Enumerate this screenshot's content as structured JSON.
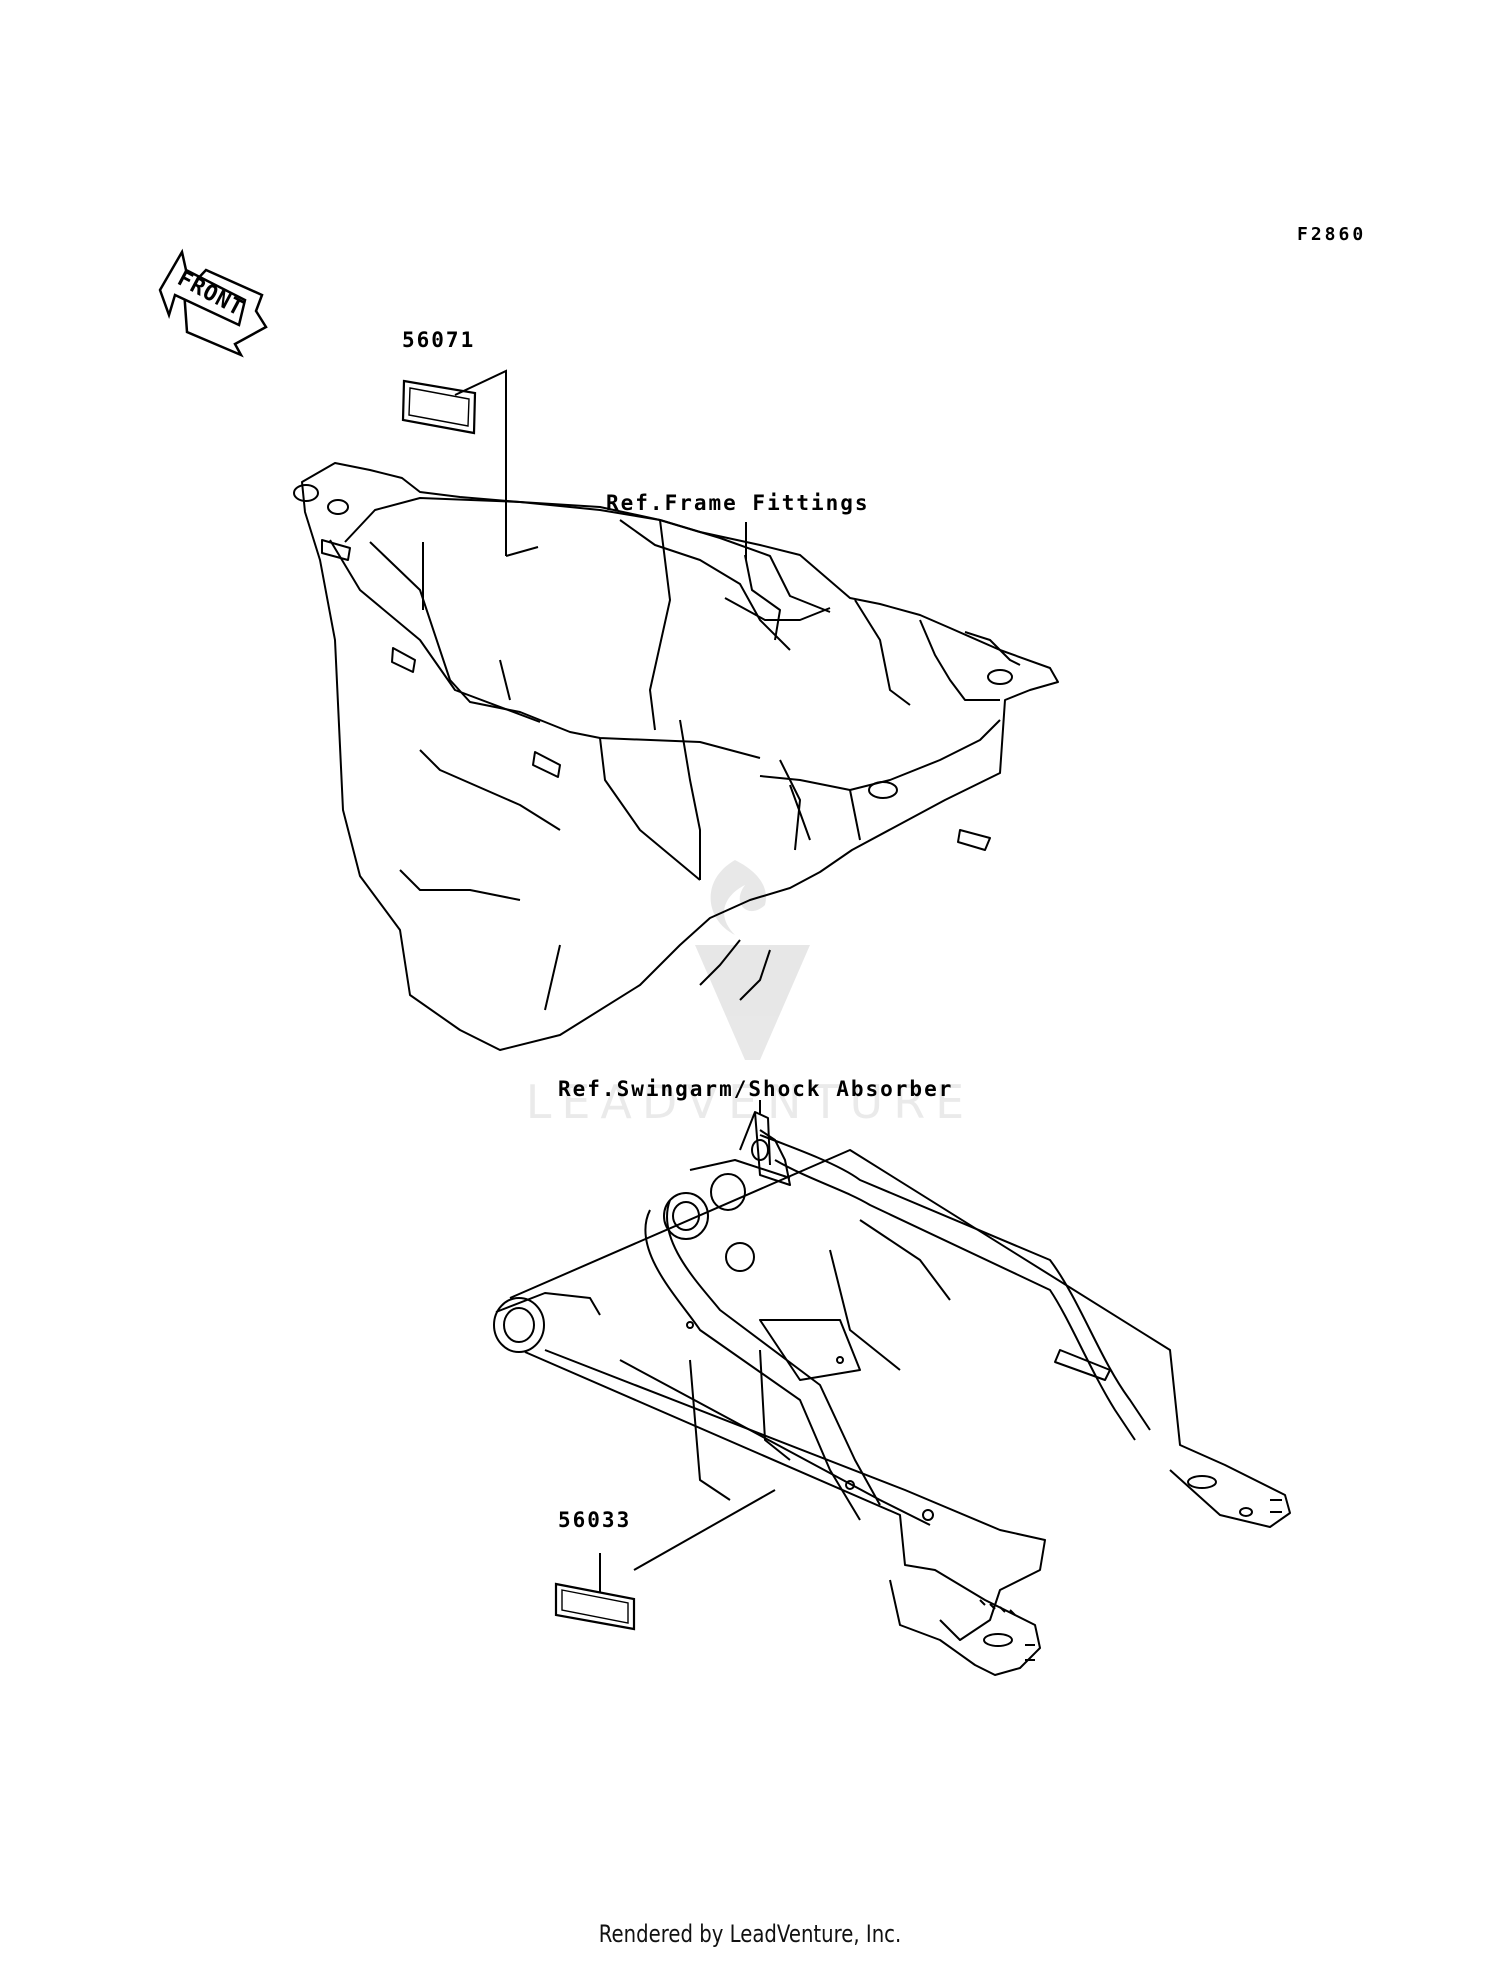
{
  "diagram": {
    "figure_code": "F2860",
    "front_label": "FRONT",
    "parts": [
      {
        "number": "56071"
      },
      {
        "number": "56033"
      }
    ],
    "references": [
      {
        "text": "Ref.Frame Fittings"
      },
      {
        "text": "Ref.Swingarm/Shock Absorber"
      }
    ]
  },
  "watermark": {
    "text": "LEADVENTURE"
  },
  "footer": {
    "rendered_by": "Rendered by LeadVenture, Inc."
  }
}
